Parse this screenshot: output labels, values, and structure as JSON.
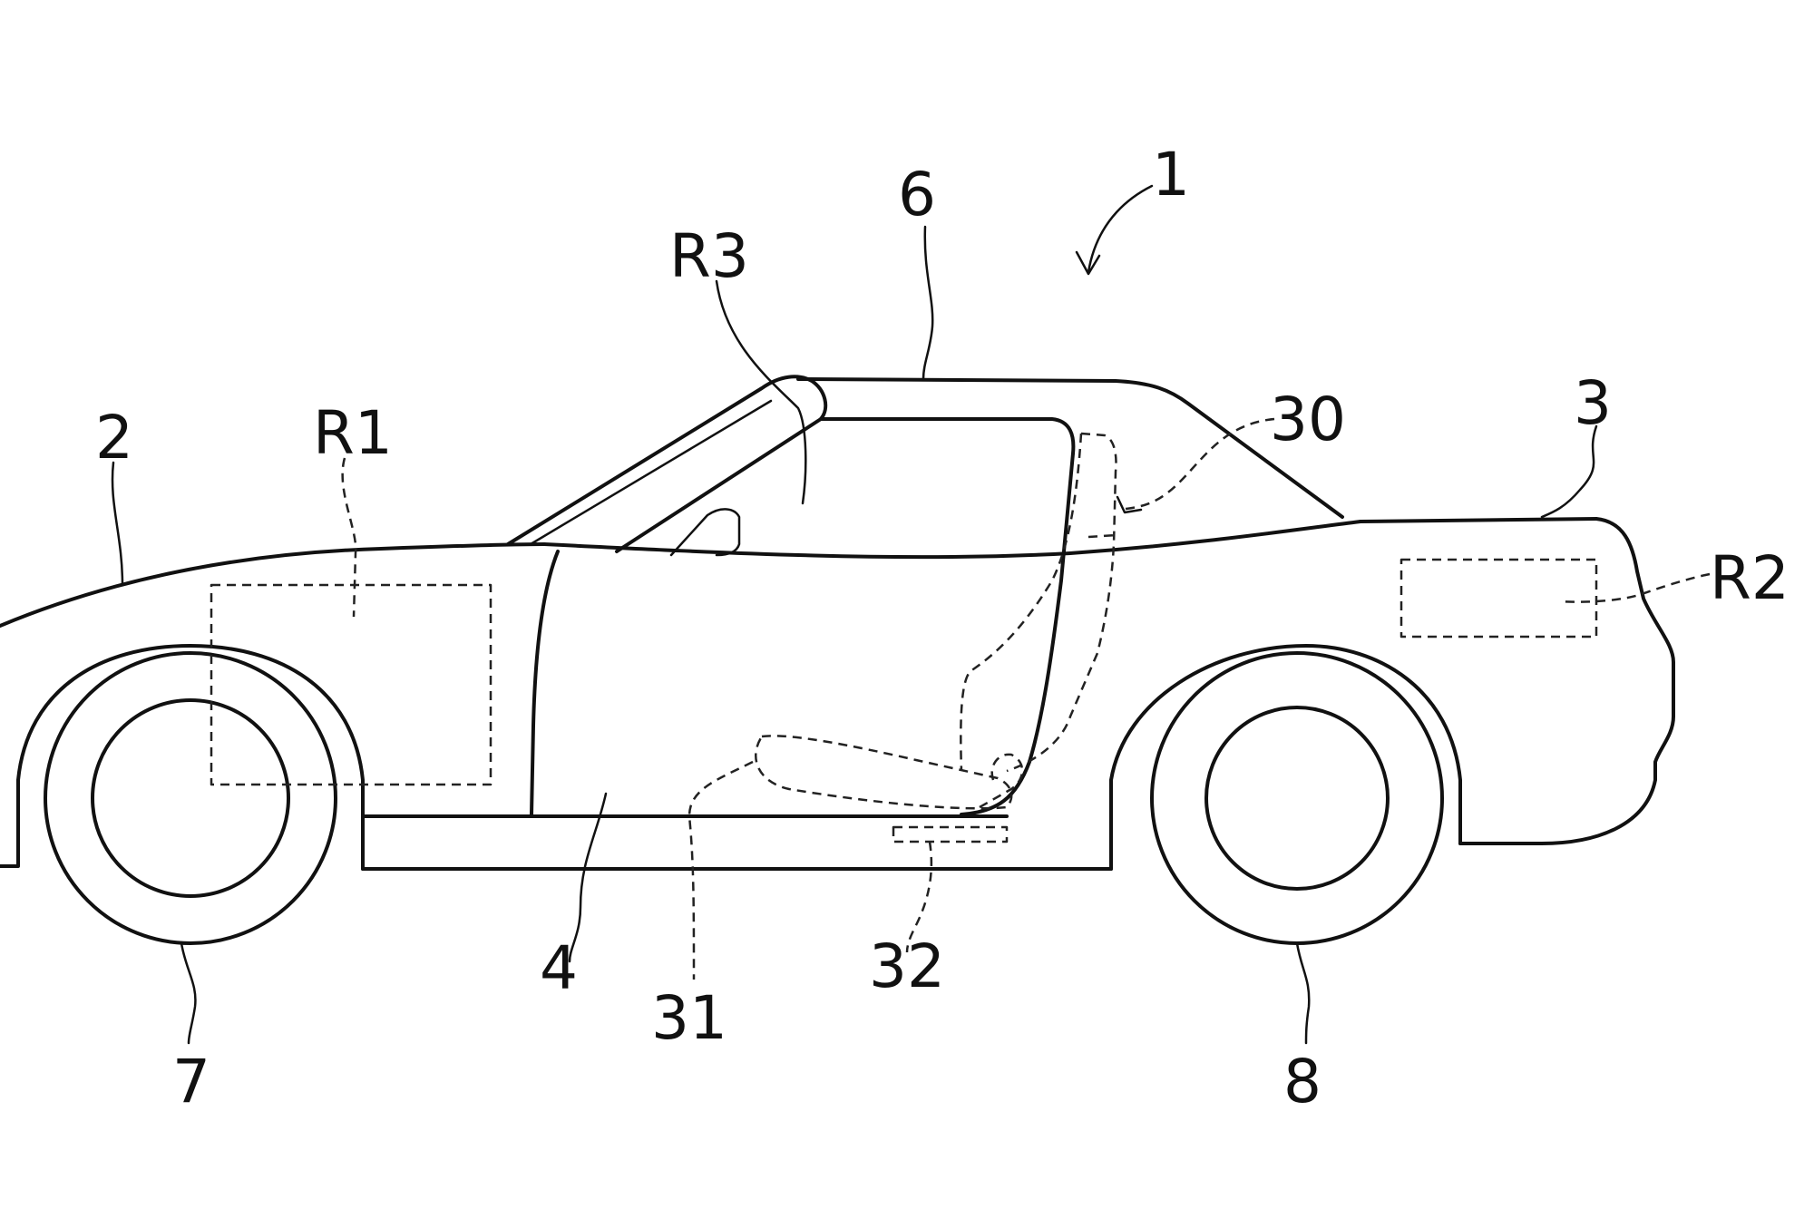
{
  "labels": {
    "vehicle": "1",
    "front": "2",
    "rear": "3",
    "door": "4",
    "roof": "6",
    "front_wheel": "7",
    "rear_wheel": "8",
    "seat": "30",
    "seat_cushion": "31",
    "seat_rail": "32",
    "region_front": "R1",
    "region_rear": "R2",
    "region_cabin": "R3"
  }
}
